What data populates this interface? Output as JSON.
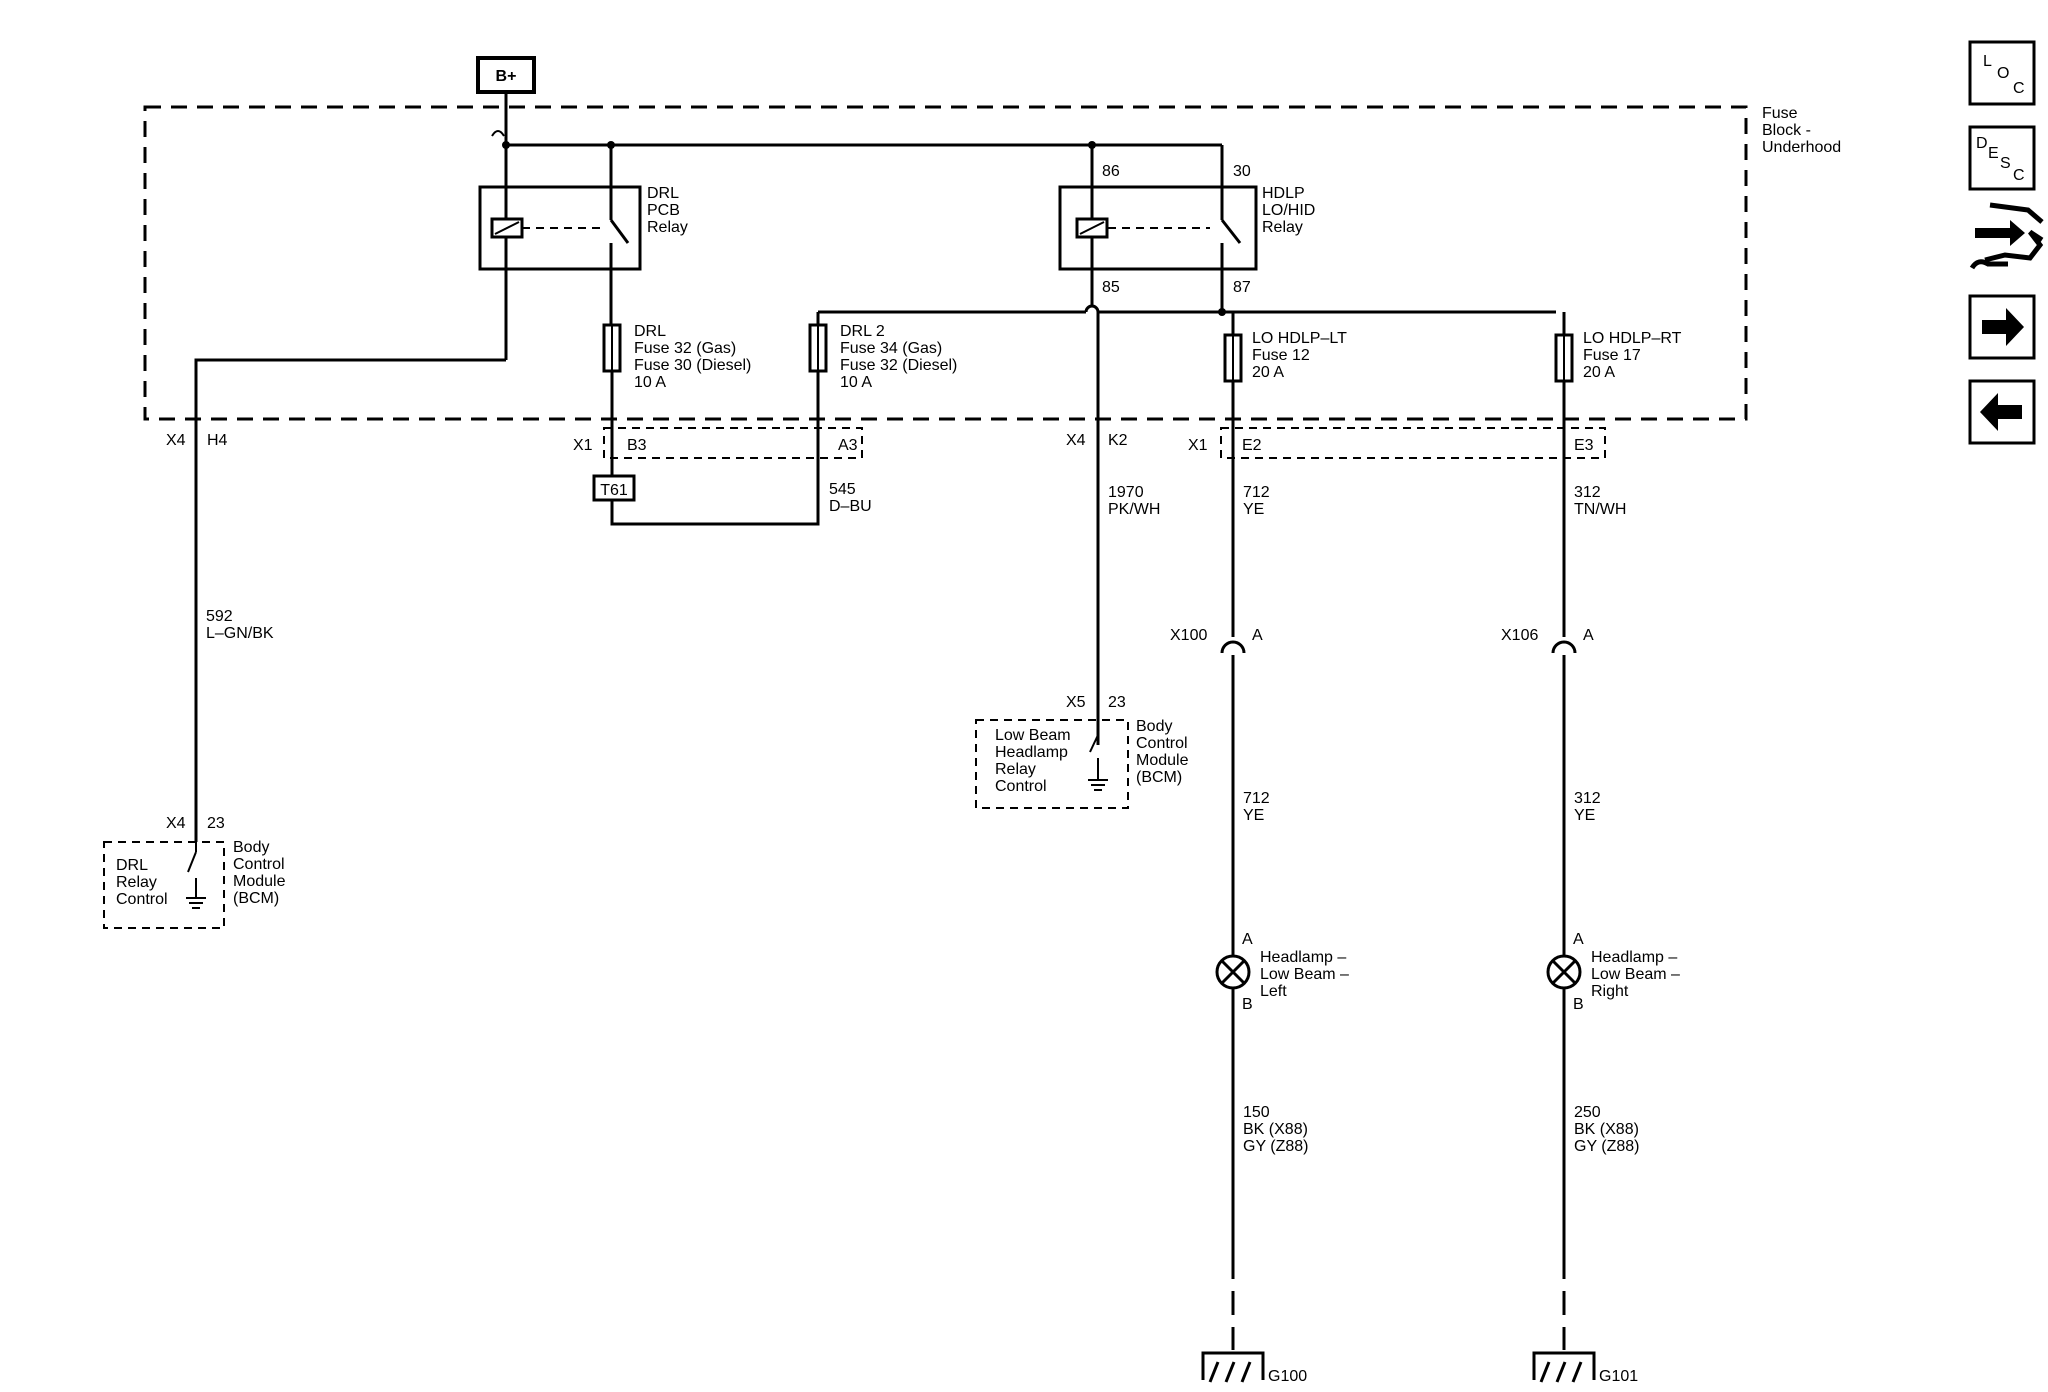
{
  "power": {
    "label": "B+"
  },
  "fuse_block": {
    "label": "Fuse\nBlock -\nUnderhood"
  },
  "relays": {
    "drl": {
      "label": "DRL\nPCB\nRelay"
    },
    "hdlp": {
      "label": "HDLP\nLO/HID\nRelay",
      "pin_86": "86",
      "pin_30": "30",
      "pin_85": "85",
      "pin_87": "87"
    }
  },
  "fuses": {
    "drl": {
      "label": "DRL\nFuse 32 (Gas)\nFuse 30 (Diesel)\n10 A"
    },
    "drl2": {
      "label": "DRL 2\nFuse 34 (Gas)\nFuse 32 (Diesel)\n10 A"
    },
    "lo_lt": {
      "label": "LO HDLP–LT\nFuse 12\n20 A"
    },
    "lo_rt": {
      "label": "LO HDLP–RT\nFuse 17\n20 A"
    }
  },
  "connectors": {
    "x4_left": "X4",
    "h4": "H4",
    "x1_left": "X1",
    "b3": "B3",
    "a3": "A3",
    "x4_mid": "X4",
    "k2": "K2",
    "x1_right": "X1",
    "e2": "E2",
    "e3": "E3",
    "t61": "T61",
    "x100": "X100",
    "x100_pin": "A",
    "x106": "X106",
    "x106_pin": "A",
    "x5": "X5",
    "x5_pin": "23",
    "x4_bcm": "X4",
    "x4_bcm_pin": "23"
  },
  "wires": {
    "w592": "592\nL–GN/BK",
    "w545": "545\nD–BU",
    "w1970": "1970\nPK/WH",
    "w712_top": "712\nYE",
    "w312_top": "312\nTN/WH",
    "w712_bottom": "712\nYE",
    "w312_bottom": "312\nYE",
    "w150": "150\nBK (X88)\nGY (Z88)",
    "w250": "250\nBK (X88)\nGY (Z88)"
  },
  "modules": {
    "bcm_left": {
      "inner": "DRL\nRelay\nControl",
      "outer": "Body\nControl\nModule\n(BCM)"
    },
    "bcm_mid": {
      "inner": "Low Beam\nHeadlamp\nRelay\nControl",
      "outer": "Body\nControl\nModule\n(BCM)"
    }
  },
  "lamps": {
    "left": {
      "label": "Headlamp –\nLow Beam –\nLeft",
      "pin_a": "A",
      "pin_b": "B"
    },
    "right": {
      "label": "Headlamp –\nLow Beam –\nRight",
      "pin_a": "A",
      "pin_b": "B"
    }
  },
  "grounds": {
    "g100": "G100",
    "g101": "G101"
  },
  "nav": {
    "loc": {
      "l1": "L",
      "l2": "O",
      "l3": "C"
    },
    "desc": {
      "l1": "D",
      "l2": "E",
      "l3": "S",
      "l4": "C"
    },
    "icons": [
      "component-connector-icon",
      "next-arrow-icon",
      "previous-arrow-icon"
    ]
  }
}
